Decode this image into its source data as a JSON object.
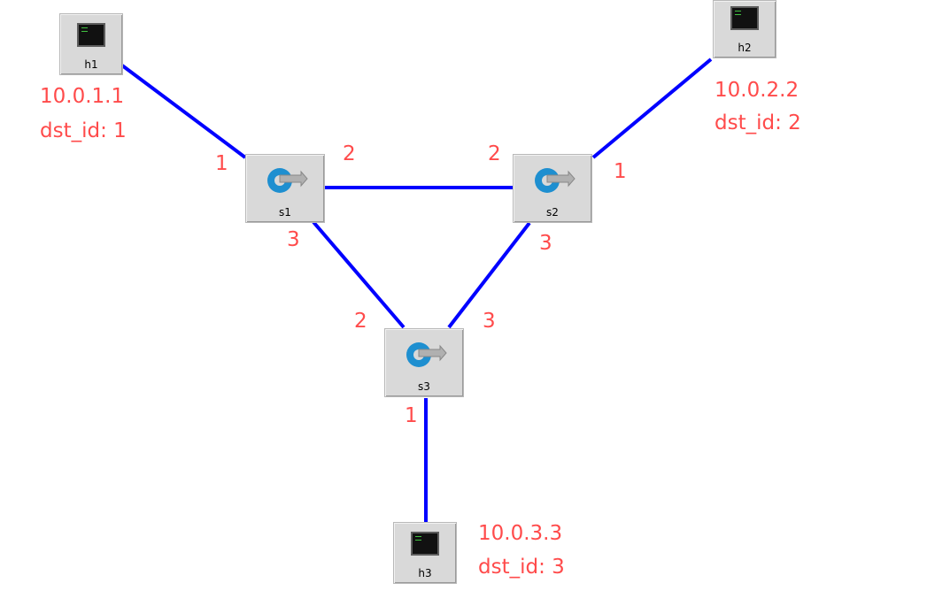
{
  "colors": {
    "link": "#0000ff",
    "annotation": "#ff4b4b",
    "node_bg": "#d9d9d9"
  },
  "nodes": {
    "h1": {
      "label": "h1",
      "icon": "terminal-icon"
    },
    "h2": {
      "label": "h2",
      "icon": "terminal-icon"
    },
    "h3": {
      "label": "h3",
      "icon": "terminal-icon"
    },
    "s1": {
      "label": "s1",
      "icon": "switch-icon"
    },
    "s2": {
      "label": "s2",
      "icon": "switch-icon"
    },
    "s3": {
      "label": "s3",
      "icon": "switch-icon"
    }
  },
  "hosts_info": {
    "h1": {
      "ip": "10.0.1.1",
      "dst": "dst_id: 1"
    },
    "h2": {
      "ip": "10.0.2.2",
      "dst": "dst_id: 2"
    },
    "h3": {
      "ip": "10.0.3.3",
      "dst": "dst_id: 3"
    }
  },
  "ports": {
    "s1_h1": "1",
    "s1_s2": "2",
    "s1_s3": "3",
    "s2_s1": "2",
    "s2_h2": "1",
    "s2_s3": "3",
    "s3_s1": "2",
    "s3_s2": "3",
    "s3_h3": "1"
  },
  "links": [
    {
      "from": "h1",
      "to": "s1"
    },
    {
      "from": "h2",
      "to": "s2"
    },
    {
      "from": "s1",
      "to": "s2"
    },
    {
      "from": "s1",
      "to": "s3"
    },
    {
      "from": "s2",
      "to": "s3"
    },
    {
      "from": "s3",
      "to": "h3"
    }
  ]
}
